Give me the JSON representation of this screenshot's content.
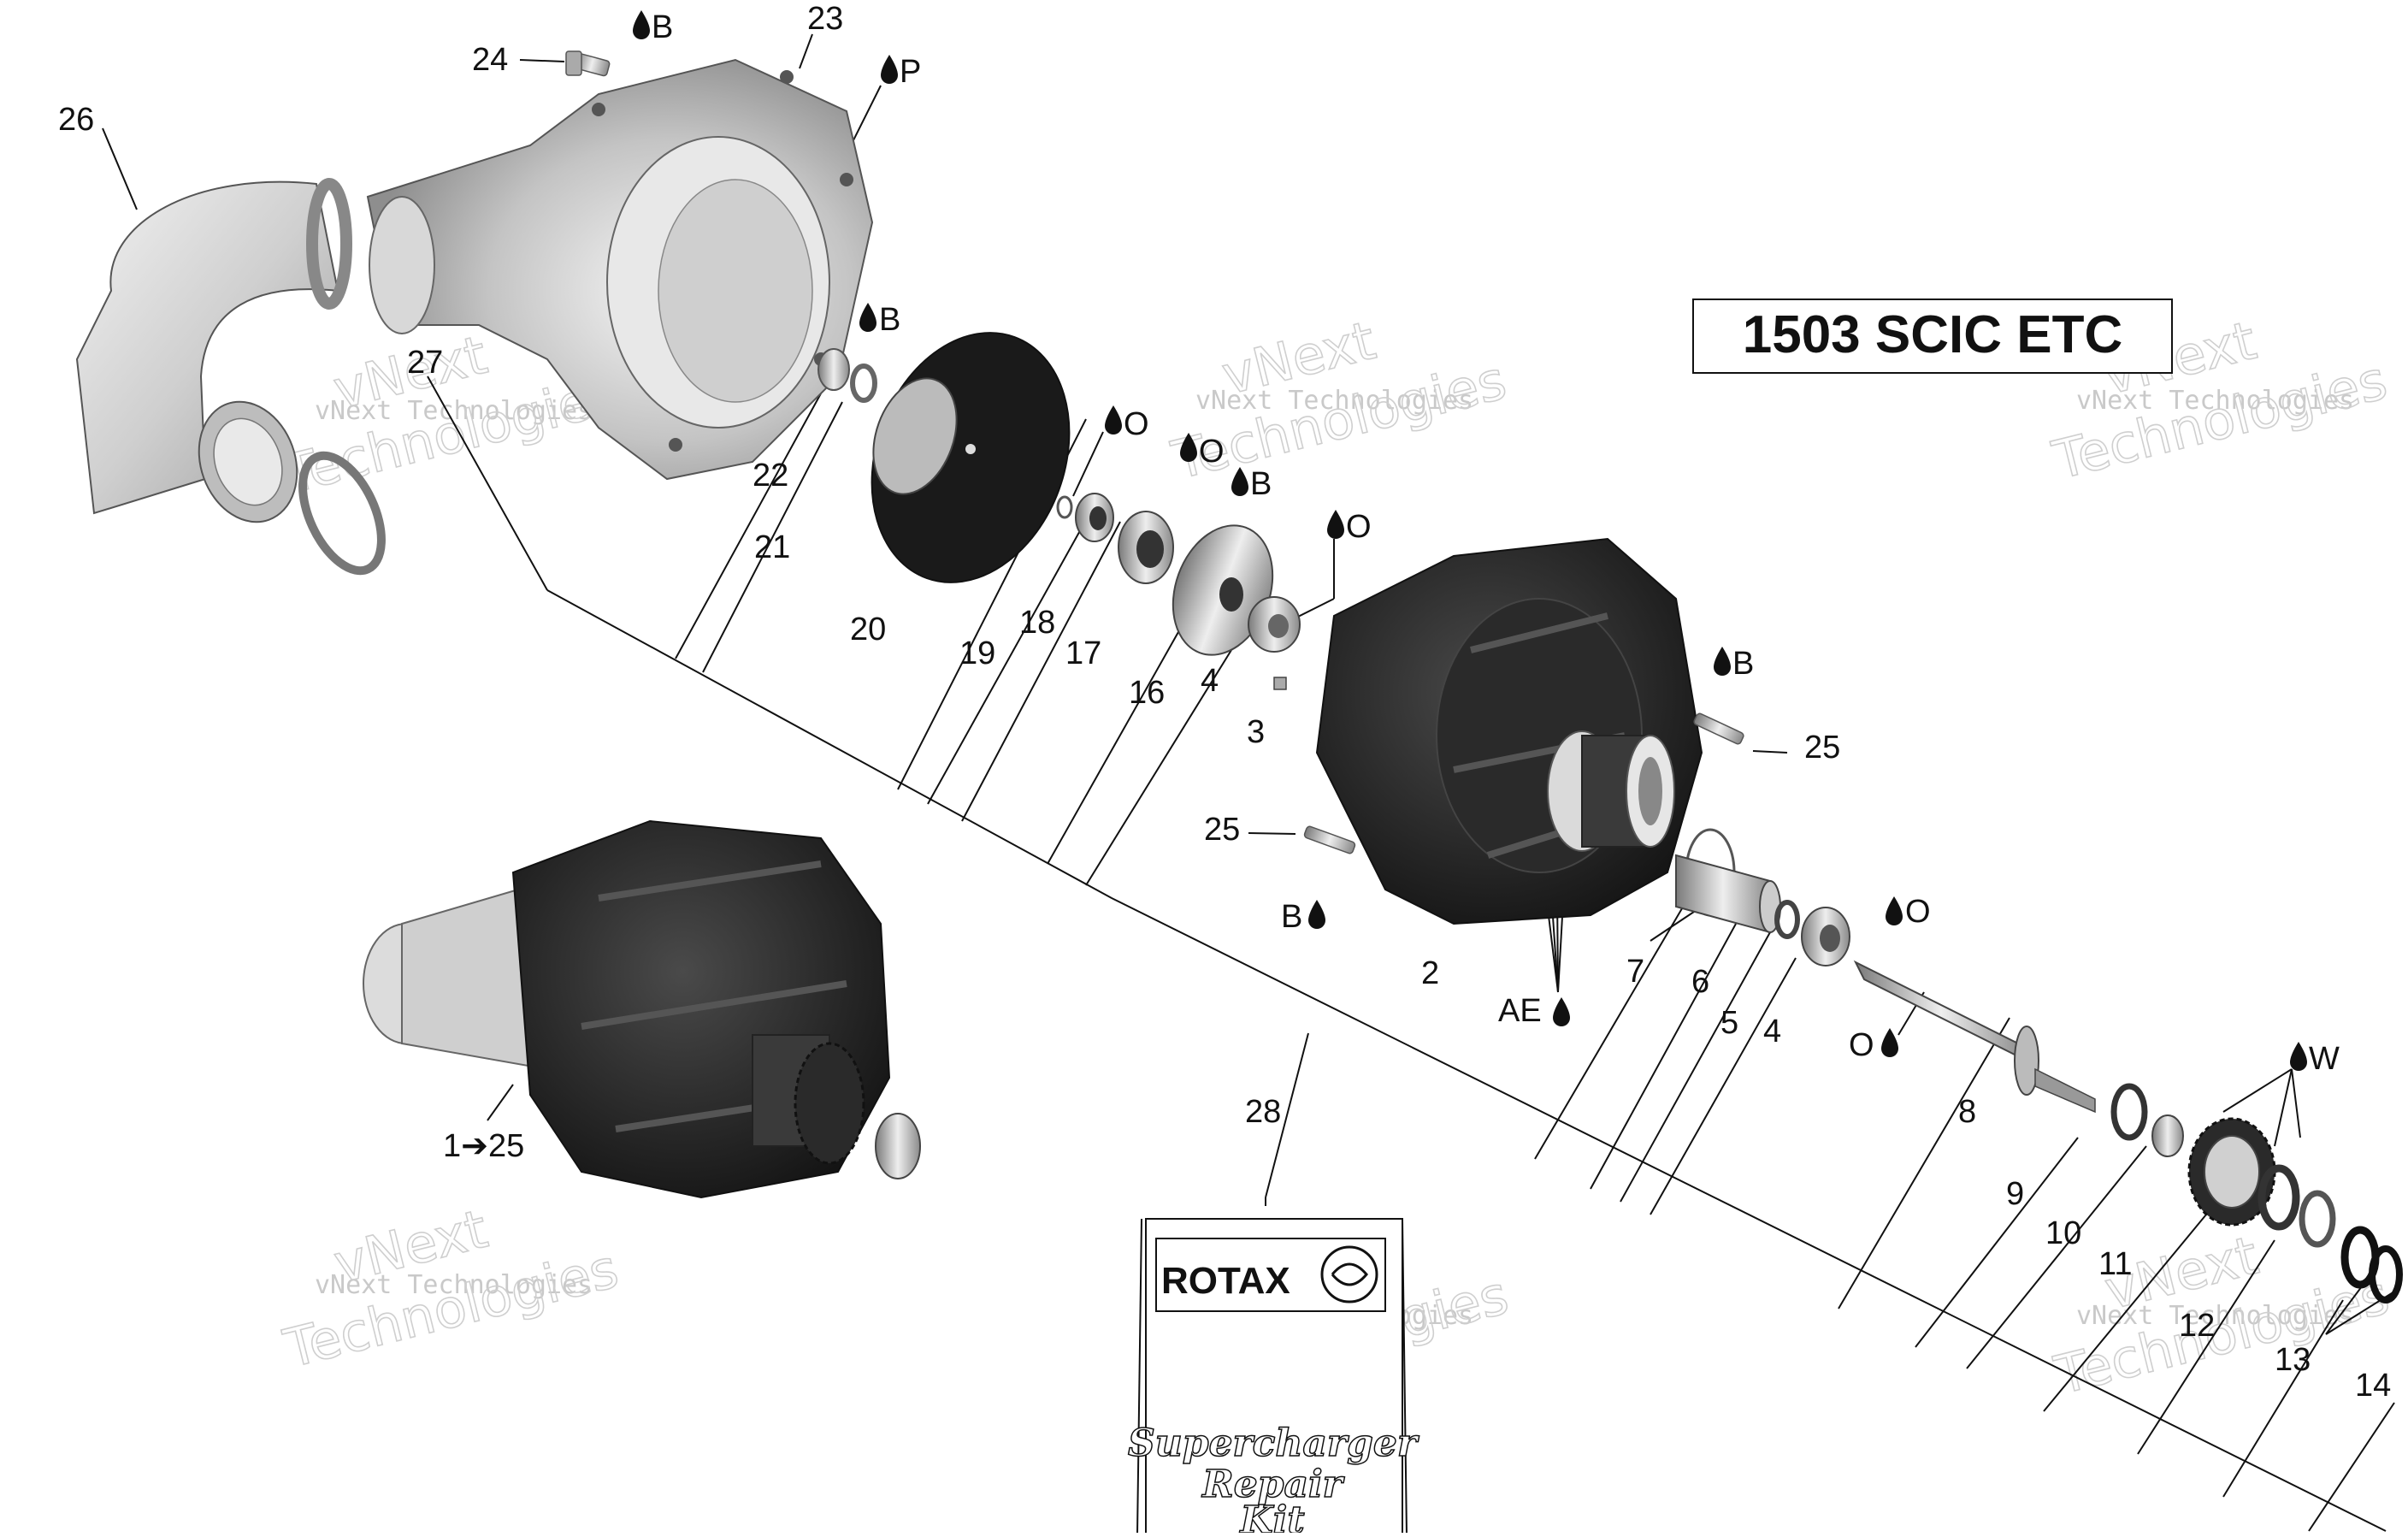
{
  "title_box": "1503 SCIC ETC",
  "watermark": {
    "line1": "vNext Technologies",
    "line2a": "vNext",
    "line2b": "Technologies"
  },
  "kit": {
    "brand": "ROTAX",
    "line1": "Supercharger",
    "line2": "Repair",
    "line3": "Kit"
  },
  "labels": {
    "p1_25": "1➔25",
    "p2": "2",
    "p3": "3",
    "p4a": "4",
    "p4b": "4",
    "p5": "5",
    "p6": "6",
    "p7": "7",
    "p8": "8",
    "p9": "9",
    "p10": "10",
    "p11": "11",
    "p12": "12",
    "p13": "13",
    "p14": "14",
    "p16": "16",
    "p17": "17",
    "p18": "18",
    "p19": "19",
    "p20": "20",
    "p21": "21",
    "p22": "22",
    "p23": "23",
    "p24": "24",
    "p25a": "25",
    "p25b": "25",
    "p26": "26",
    "p27": "27",
    "p28": "28"
  },
  "lube_codes": {
    "b_24": "B",
    "p_23": "P",
    "b_22": "B",
    "o_19": "O",
    "o_18": "O",
    "b_16": "B",
    "o_4": "O",
    "b_25": "B",
    "b_25b": "B",
    "o_4b": "O",
    "ae": "AE",
    "o_8": "O",
    "w": "W"
  },
  "colors": {
    "line": "#111111",
    "part_light": "#c8c8c8",
    "part_dark": "#1c1c1c",
    "watermark": "#cfcfcf"
  }
}
